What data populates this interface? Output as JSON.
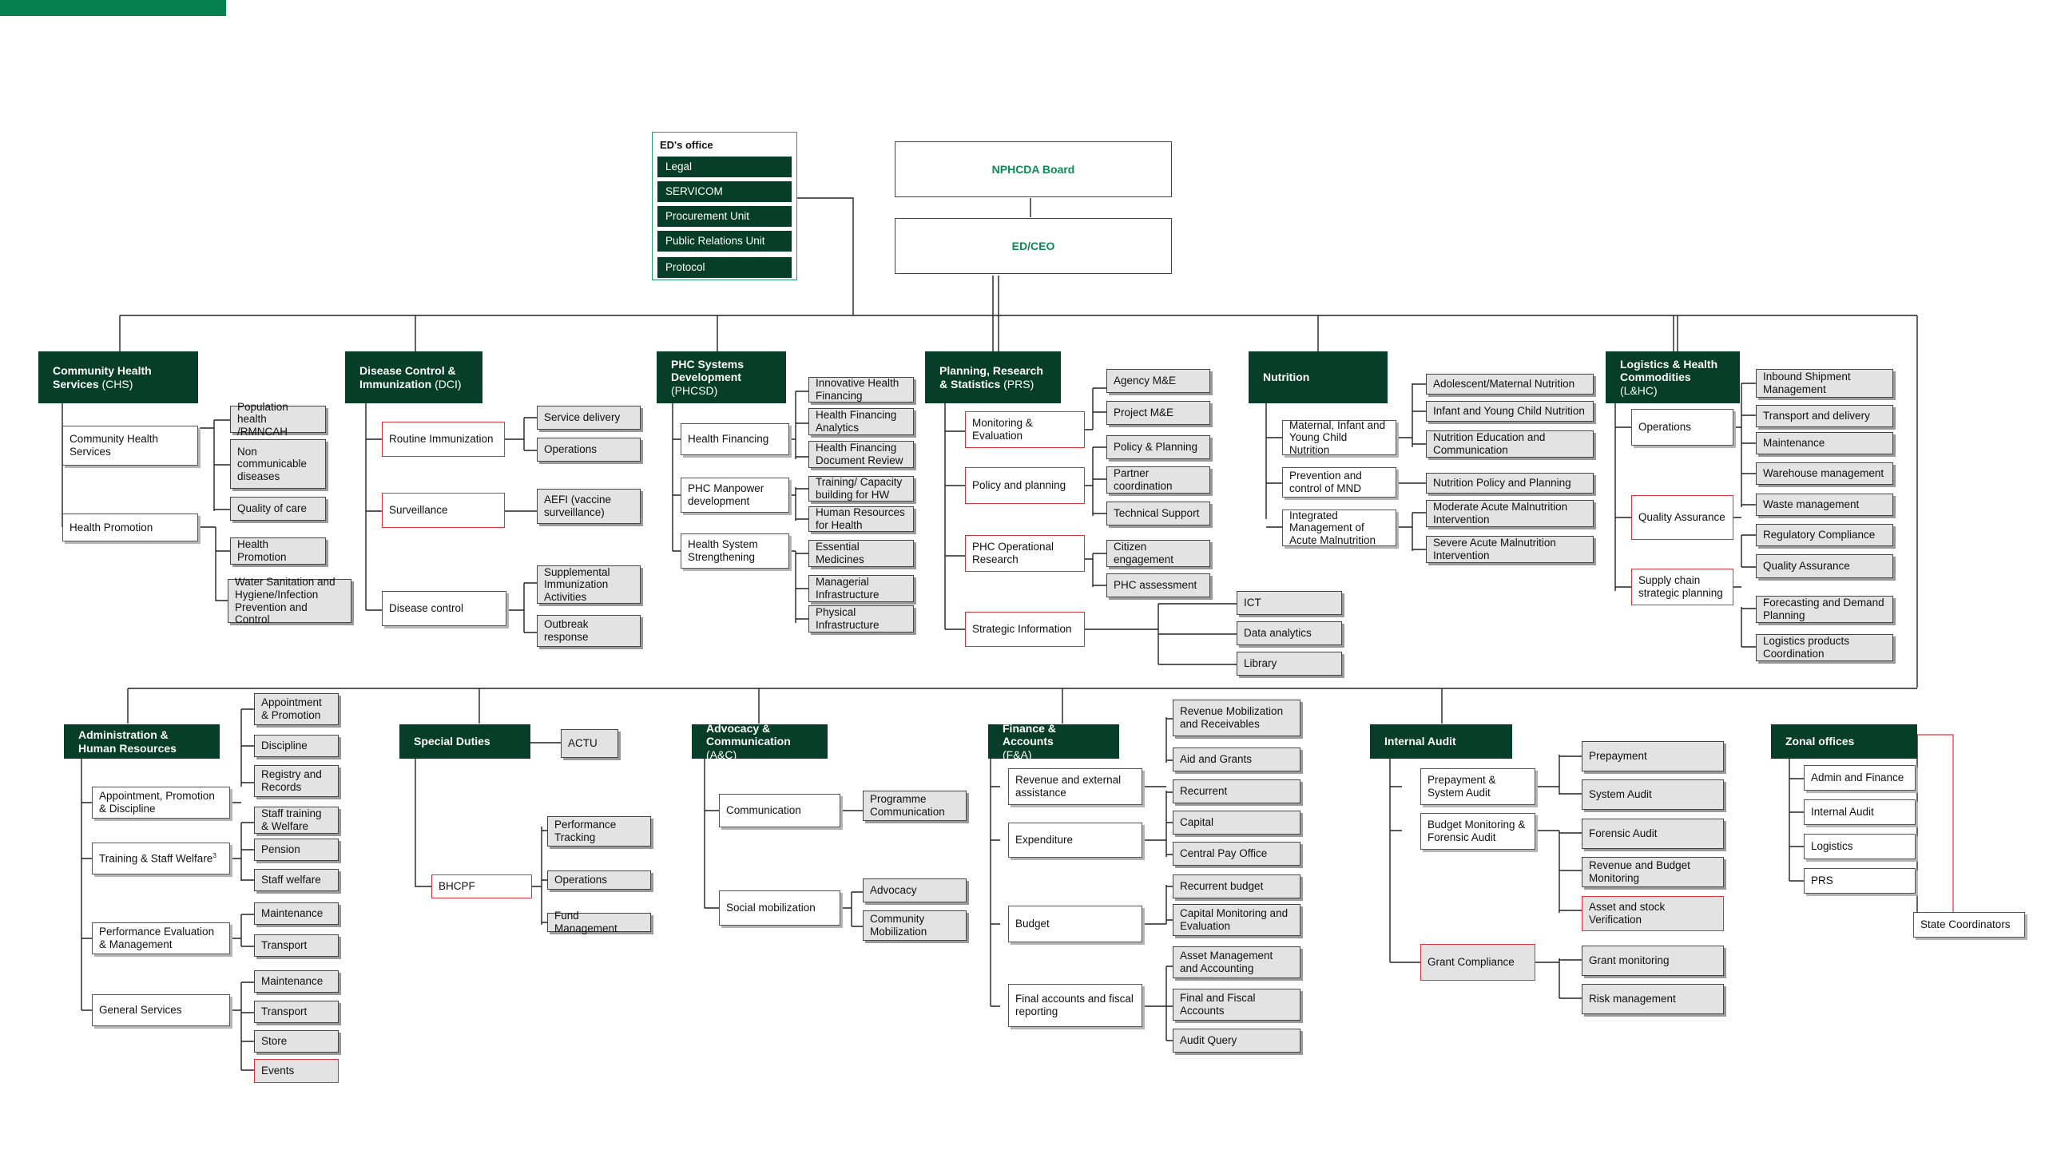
{
  "header": {
    "ed_office": {
      "title": "ED's office",
      "items": [
        "Legal",
        "SERVICOM",
        "Procurement Unit",
        "Public Relations Unit",
        "Protocol"
      ]
    },
    "board": "NPHCDA Board",
    "ceo": "ED/CEO"
  },
  "departments": {
    "chs": {
      "name": "Community Health Services",
      "abbr": "(CHS)"
    },
    "dci": {
      "name": "Disease Control & Immunization",
      "abbr": "(DCI)"
    },
    "phcsd": {
      "name": "PHC Systems Development",
      "abbr": "(PHCSD)"
    },
    "prs": {
      "name": "Planning, Research & Statistics",
      "abbr": "(PRS)"
    },
    "nutrition": {
      "name": "Nutrition"
    },
    "lhc": {
      "name": "Logistics & Health Commodities",
      "abbr": "(L&HC)"
    },
    "ahr": {
      "name": "Administration & Human Resources"
    },
    "special": {
      "name": "Special Duties"
    },
    "ac": {
      "name": "Advocacy & Communication",
      "abbr": "(A&C)"
    },
    "fa": {
      "name": "Finance & Accounts",
      "abbr": "(F&A)"
    },
    "audit": {
      "name": "Internal Audit"
    },
    "zonal": {
      "name": "Zonal offices"
    }
  },
  "units": {
    "chs_chs": "Community Health Services",
    "chs_hp": "Health Promotion",
    "chs_pop": "Population health /RMNCAH",
    "chs_ncd": "Non communicable diseases",
    "chs_qoc": "Quality of care",
    "chs_hp2": "Health Promotion",
    "chs_wash": "Water Sanitation and Hygiene/Infection Prevention and Control",
    "dci_ri": "Routine Immunization",
    "dci_surv": "Surveillance",
    "dci_dc": "Disease control",
    "dci_sd": "Service delivery",
    "dci_ops": "Operations",
    "dci_aefi": "AEFI (vaccine surveillance)",
    "dci_sia": "Supplemental Immunization Activities",
    "dci_or": "Outbreak response",
    "phc_hf": "Health Financing",
    "phc_md": "PHC Manpower development",
    "phc_hss": "Health System Strengthening",
    "phc_ihf": "Innovative Health Financing",
    "phc_hfa": "Health Financing Analytics",
    "phc_hfdr": "Health Financing Document Review",
    "phc_tcb": "Training/ Capacity building for HW",
    "phc_hrh": "Human Resources for Health",
    "phc_em": "Essential Medicines",
    "phc_mi": "Managerial Infrastructure",
    "phc_pi": "Physical Infrastructure",
    "prs_me": "Monitoring & Evaluation",
    "prs_pp": "Policy and planning",
    "prs_opr": "PHC Operational Research",
    "prs_si": "Strategic Information",
    "prs_ame": "Agency M&E",
    "prs_pme": "Project M&E",
    "prs_pp2": "Policy & Planning",
    "prs_pc": "Partner coordination",
    "prs_ts": "Technical Support",
    "prs_ce": "Citizen engagement",
    "prs_pa": "PHC assessment",
    "prs_ict": "ICT",
    "prs_da": "Data analytics",
    "prs_lib": "Library",
    "nut_miycn": "Maternal, Infant and Young Child Nutrition",
    "nut_mnd": "Prevention and control of MND",
    "nut_imam": "Integrated Management of Acute Malnutrition",
    "nut_amn": "Adolescent/Maternal Nutrition",
    "nut_iycn": "Infant and Young Child Nutrition",
    "nut_nec": "Nutrition Education and Communication",
    "nut_npp": "Nutrition Policy and Planning",
    "nut_mami": "Moderate Acute Malnutrition Intervention",
    "nut_sami": "Severe Acute Malnutrition Intervention",
    "lhc_ops": "Operations",
    "lhc_qa": "Quality Assurance",
    "lhc_scp": "Supply chain strategic planning",
    "lhc_ism": "Inbound Shipment Management",
    "lhc_td": "Transport and delivery",
    "lhc_mt": "Maintenance",
    "lhc_wm": "Warehouse management",
    "lhc_waste": "Waste management",
    "lhc_rc": "Regulatory Compliance",
    "lhc_qa2": "Quality Assurance",
    "lhc_fdp": "Forecasting and Demand Planning",
    "lhc_lpc": "Logistics products Coordination",
    "ahr_apd": "Appointment, Promotion & Discipline",
    "ahr_tsw": "Training & Staff Welfare",
    "ahr_tsw_sup": "3",
    "ahr_pem": "Performance Evaluation & Management",
    "ahr_gs": "General Services",
    "ahr_ap": "Appointment & Promotion",
    "ahr_disc": "Discipline",
    "ahr_rr": "Registry and Records",
    "ahr_stw": "Staff training & Welfare",
    "ahr_pen": "Pension",
    "ahr_sw": "Staff welfare",
    "ahr_mt1": "Maintenance",
    "ahr_tr1": "Transport",
    "ahr_mt2": "Maintenance",
    "ahr_tr2": "Transport",
    "ahr_store": "Store",
    "ahr_events": "Events",
    "sd_actu": "ACTU",
    "sd_bhcpf": "BHCPF",
    "sd_pt": "Performance Tracking",
    "sd_ops": "Operations",
    "sd_fm": "Fund Management",
    "ac_comm": "Communication",
    "ac_sm": "Social mobilization",
    "ac_pc": "Programme Communication",
    "ac_adv": "Advocacy",
    "ac_cm": "Community Mobilization",
    "fa_rea": "Revenue and external assistance",
    "fa_exp": "Expenditure",
    "fa_bud": "Budget",
    "fa_far": "Final accounts and fiscal reporting",
    "fa_rmr": "Revenue Mobilization and Receivables",
    "fa_ag": "Aid and Grants",
    "fa_rec": "Recurrent",
    "fa_cap": "Capital",
    "fa_cpo": "Central Pay Office",
    "fa_rb": "Recurrent budget",
    "fa_cme": "Capital Monitoring and Evaluation",
    "fa_ama": "Asset Management and Accounting",
    "fa_ffa": "Final and Fiscal Accounts",
    "fa_aq": "Audit Query",
    "ia_psa": "Prepayment & System Audit",
    "ia_bmfa": "Budget Monitoring & Forensic Audit",
    "ia_gc": "Grant Compliance",
    "ia_pre": "Prepayment",
    "ia_sa": "System Audit",
    "ia_fa": "Forensic Audit",
    "ia_rbm": "Revenue and Budget Monitoring",
    "ia_asv": "Asset and stock Verification",
    "ia_gm": "Grant monitoring",
    "ia_rm": "Risk management",
    "zo_af": "Admin and Finance",
    "zo_ia": "Internal Audit",
    "zo_log": "Logistics",
    "zo_prs": "PRS",
    "zo_sc": "State Coordinators"
  },
  "colors": {
    "dark_green": "#063e2a",
    "accent_green": "#0b8a55",
    "top_bar": "#06804d",
    "highlight_red": "#d9333b",
    "unit_fill": "#e3e3e3",
    "line": "#222222"
  }
}
